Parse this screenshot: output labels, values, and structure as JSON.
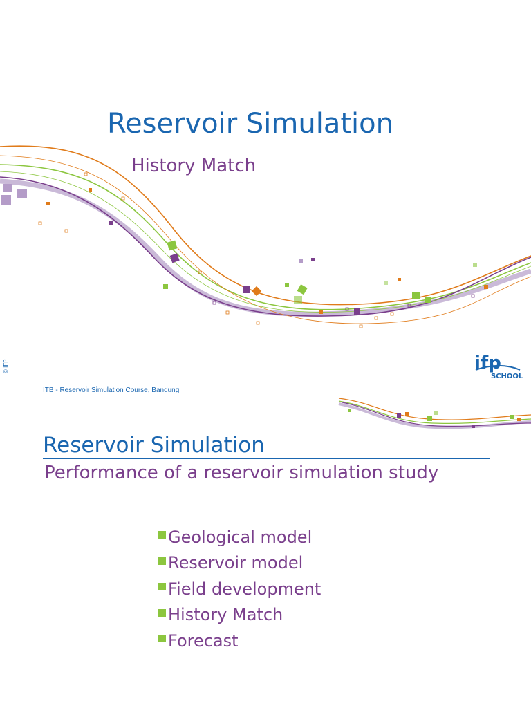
{
  "slide1": {
    "title": "Reservoir Simulation",
    "subtitle": "History Match",
    "footer": "ITB - Reservoir Simulation Course, Bandung",
    "copyright": "© IFP",
    "logo": {
      "letters": "ifp",
      "sub": "SCHOOL"
    }
  },
  "slide2": {
    "title": "Reservoir Simulation",
    "subtitle": "Performance of a reservoir simulation study",
    "bullets": [
      "Geological model",
      "Reservoir model",
      "Field development",
      "History Match",
      "Forecast"
    ]
  },
  "colors": {
    "blue": "#1a66b0",
    "purple": "#7a3f8c",
    "green": "#8cc63f",
    "orange": "#e07b1a",
    "lilac": "#b49cc8"
  }
}
